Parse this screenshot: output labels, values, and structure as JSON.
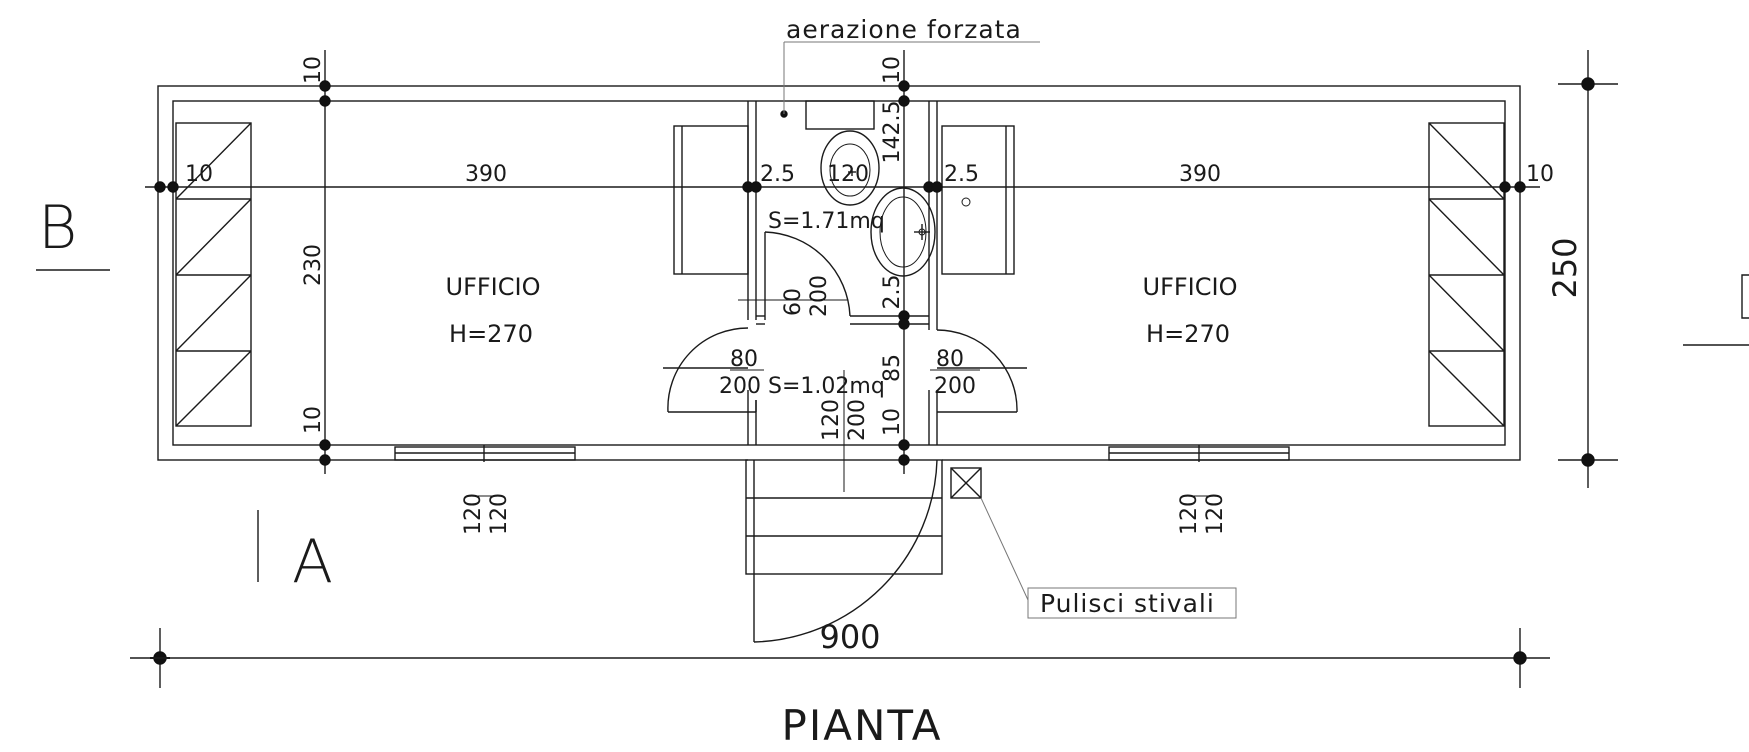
{
  "title": "PIANTA",
  "rooms": {
    "office_left": {
      "name": "UFFICIO",
      "height": "H=270"
    },
    "office_right": {
      "name": "UFFICIO",
      "height": "H=270"
    },
    "bathroom_area": "S=1.71mq",
    "hall_area": "S=1.02mq"
  },
  "annotations": {
    "ventilation": "aerazione forzata",
    "boot_cleaner": "Pulisci stivali"
  },
  "section_markers": {
    "a": "A",
    "b": "B"
  },
  "dimensions": {
    "total_width": "900",
    "total_depth": "250",
    "wall_top_left": "10",
    "wall_bottom_left": "10",
    "wall_top_mid": "10",
    "wall_bottom_mid": "10",
    "inner_depth": "230",
    "wall_left_side": "10",
    "office_width_left": "390",
    "partition_left": "2.5",
    "bath_width": "120",
    "partition_right": "2.5",
    "office_width_right": "390",
    "wall_right_side": "10",
    "bath_depth": "142.5",
    "bath_partition": "2.5",
    "hall_depth": "85",
    "door_bath_w": "60",
    "door_bath_h": "200",
    "door_left_w": "80",
    "door_left_h": "200",
    "door_right_w": "80",
    "door_right_h": "200",
    "entry_door_w": "120",
    "entry_door_h": "200",
    "window_left_w": "120",
    "window_left_h": "120",
    "window_right_w": "120",
    "window_right_h": "120"
  }
}
